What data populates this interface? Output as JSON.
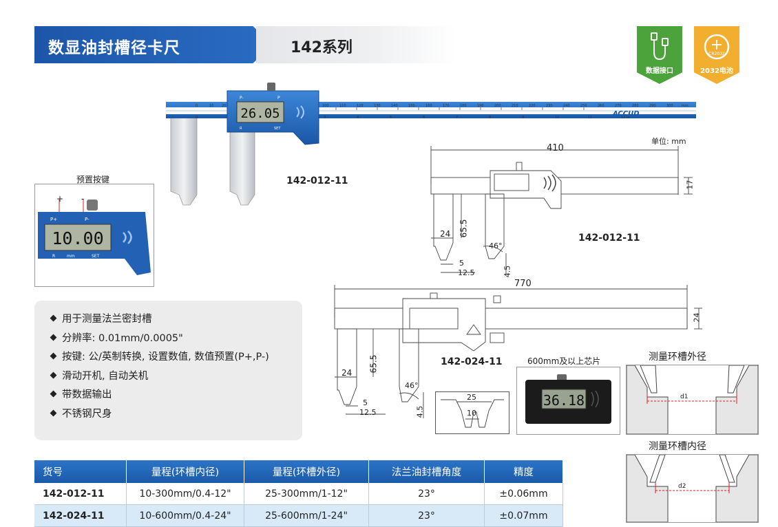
{
  "header": {
    "title": "数显油封槽径卡尺",
    "series": "142系列"
  },
  "badges": [
    {
      "label": "数据接口",
      "color": "#4da33b"
    },
    {
      "label": "2032电池",
      "color": "#f2ae2e",
      "coin_text": "CR2032"
    }
  ],
  "caliper": {
    "display_value": "26.05",
    "brand": "ACCUD",
    "btn_pm": "P-",
    "btn_p": "P",
    "btn_r": "R",
    "btn_set": "SET",
    "model_label": "142-012-11",
    "scale_top": [
      "0",
      "10",
      "20",
      "100",
      "110",
      "120",
      "130",
      "140",
      "150",
      "160",
      "170",
      "180",
      "190",
      "200",
      "210",
      "220",
      "230",
      "240",
      "250",
      "260",
      "270",
      "280",
      "290",
      "300",
      "mm"
    ],
    "scale_bottom": [
      "0",
      "3",
      "4",
      "5",
      "6",
      "7",
      "8",
      "9",
      "10",
      "11",
      "12 in"
    ]
  },
  "preset": {
    "title": "预置按键",
    "plus": "+",
    "minus": "-",
    "btn_pp": "P+",
    "btn_p": "P-",
    "display_value": "10.00",
    "btn_r": "R",
    "btn_mm": "mm",
    "btn_set": "SET"
  },
  "features": [
    "用于测量法兰密封槽",
    "分辨率: 0.01mm/0.0005\"",
    "按键: 公/英制转换, 设置数值, 数值预置(P+,P-)",
    "滑动开机, 自动关机",
    "带数据输出",
    "不锈钢尺身"
  ],
  "drawing1": {
    "unit": "单位: mm",
    "length": "410",
    "height": "17",
    "jaw": "65.5",
    "w24": "24",
    "w5": "5",
    "w125": "12.5",
    "angle": "46°",
    "tip": "4.5",
    "model": "142-012-11"
  },
  "drawing2": {
    "length": "770",
    "height": "24",
    "jaw": "65.5",
    "w24": "24",
    "w5": "5",
    "w125": "12.5",
    "angle": "46°",
    "tip": "4.5",
    "model": "142-024-11"
  },
  "groove": {
    "w25": "25",
    "w10": "10"
  },
  "chip": {
    "title": "600mm及以上芯片",
    "display_value": "36.18"
  },
  "measure_outer": {
    "title": "测量环槽外径",
    "label": "d1"
  },
  "measure_inner": {
    "title": "测量环槽内径",
    "label": "d2"
  },
  "table": {
    "headers": [
      "货号",
      "量程(环槽内径)",
      "量程(环槽外径)",
      "法兰油封槽角度",
      "精度"
    ],
    "rows": [
      [
        "142-012-11",
        "10-300mm/0.4-12\"",
        "25-300mm/1-12\"",
        "23°",
        "±0.06mm"
      ],
      [
        "142-024-11",
        "10-600mm/0.4-24\"",
        "25-600mm/1-24\"",
        "23°",
        "±0.07mm"
      ]
    ]
  },
  "colors": {
    "accent": "#1d56a8",
    "table_alt": "#d8e9f8",
    "dim_red": "#e0201c"
  }
}
